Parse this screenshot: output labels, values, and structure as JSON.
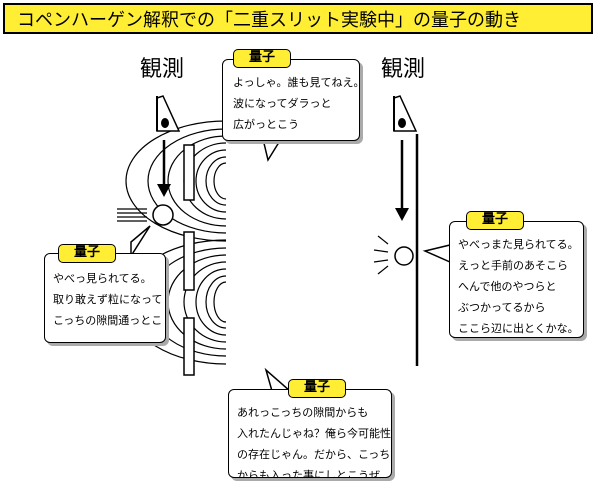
{
  "title": "コペンハーゲン解釈での「二重スリット実験中」の量子の動き",
  "observer_left_label": "観測",
  "observer_right_label": "観測",
  "bubbles": {
    "top": {
      "tag": "量子",
      "lines": [
        "よっしゃ。誰も見てねえ。",
        "波になってダラっと",
        "広がっとこう"
      ]
    },
    "left": {
      "tag": "量子",
      "lines": [
        "やべっ見られてる。",
        "取り敢えず粒になって",
        "こっちの隙間通っとこ"
      ]
    },
    "right": {
      "tag": "量子",
      "lines": [
        "やべっまた見られてる。",
        "えっと手前のあそこら",
        "へんで他のやつらと",
        "ぶつかってるから",
        "ここら辺に出とくかな。"
      ]
    },
    "bottom": {
      "tag": "量子",
      "lines": [
        "あれっこっちの隙間からも",
        "入れたんじゃね？俺ら今可能性",
        "の存在じゃん。だから、こっち",
        "からも入った事にしとこうぜ"
      ]
    }
  },
  "colors": {
    "tag_fill": "#ffee33",
    "title_fill": "#ffee33",
    "ink": "#000000",
    "shadow": "#aaaaaa"
  }
}
